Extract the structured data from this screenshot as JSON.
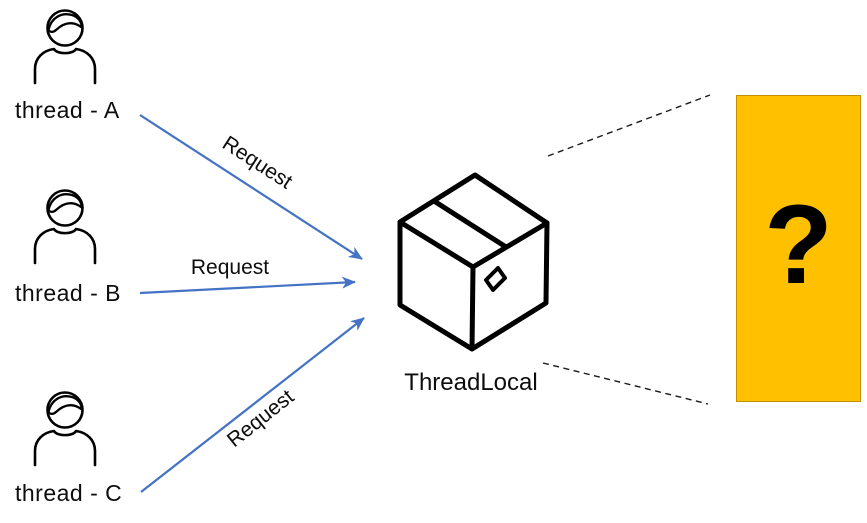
{
  "diagram": {
    "threads": [
      {
        "label": "thread - A"
      },
      {
        "label": "thread - B"
      },
      {
        "label": "thread - C"
      }
    ],
    "requests": [
      {
        "label": "Request"
      },
      {
        "label": "Request"
      },
      {
        "label": "Request"
      }
    ],
    "box": {
      "label": "ThreadLocal",
      "icon": "package-icon"
    },
    "result": {
      "label": "?",
      "fill_color": "#FFC000",
      "border_color": "#BF9000"
    },
    "colors": {
      "arrow": "#4472C4",
      "dashed_line": "#1a1a1a",
      "icon_stroke": "#000000"
    }
  }
}
